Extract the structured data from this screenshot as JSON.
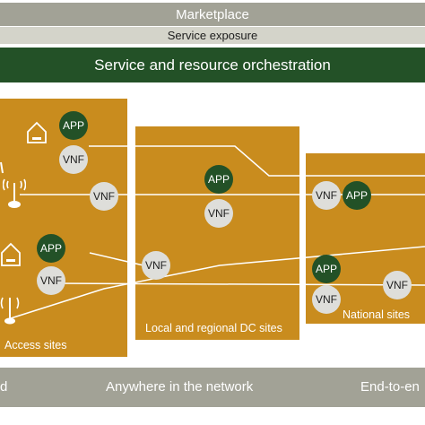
{
  "layers": {
    "marketplace": "Marketplace",
    "service_exposure": "Service exposure",
    "orchestration": "Service and resource orchestration"
  },
  "regions": {
    "access": "Access sites",
    "local": "Local and regional DC sites",
    "national": "National sites"
  },
  "nodes": {
    "app": "APP",
    "vnf": "VNF"
  },
  "bottom": {
    "left": "d",
    "center": "Anywhere in the network",
    "right": "End-to-en"
  },
  "colors": {
    "region_fill": "#c98c1e",
    "app_fill": "#235127",
    "vnf_fill": "#dededa",
    "orchestration_fill": "#235127",
    "marketplace_fill": "#a2a296",
    "exposure_fill": "#d4d4ca",
    "link_stroke": "#ffffff"
  }
}
